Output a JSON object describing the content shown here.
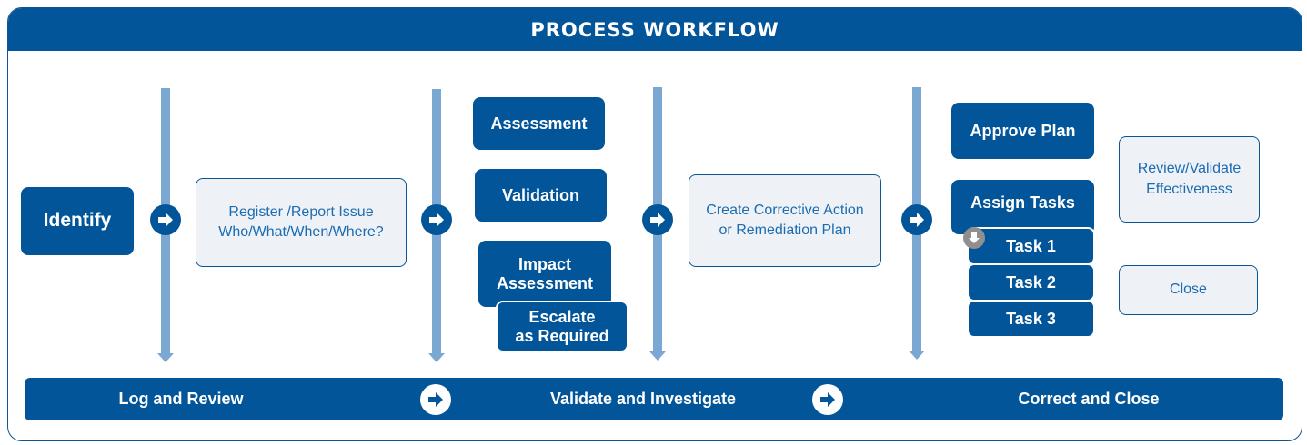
{
  "title": "PROCESS WORKFLOW",
  "steps": {
    "identify": "Identify",
    "register_line1": "Register /Report Issue",
    "register_line2": "Who/What/When/Where?",
    "assessment": "Assessment",
    "validation": "Validation",
    "impact_line1": "Impact",
    "impact_line2": "Assessment",
    "escalate_line1": "Escalate",
    "escalate_line2": "as Required",
    "corrective_line1": "Create Corrective Action",
    "corrective_line2": "or Remediation Plan",
    "approve_plan": "Approve Plan",
    "assign_tasks": "Assign Tasks",
    "task1": "Task 1",
    "task2": "Task 2",
    "task3": "Task 3",
    "review_line1": "Review/Validate",
    "review_line2": "Effectiveness",
    "close": "Close"
  },
  "phases": [
    "Log and Review",
    "Validate and Investigate",
    "Correct and Close"
  ],
  "icons": {
    "flow_arrow": "arrow-right-circle-icon",
    "down_arrow": "arrow-down-circle-icon"
  },
  "colors": {
    "primary": "#03559a",
    "light_box": "#eef1f5",
    "light_text": "#1a6cb3",
    "line": "#7ba8d3"
  }
}
